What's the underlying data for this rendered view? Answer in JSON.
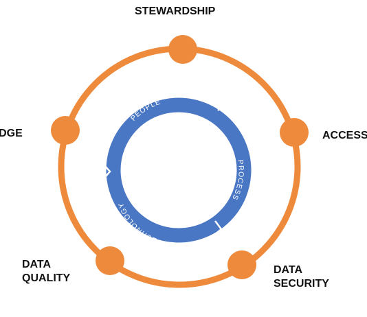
{
  "outer_pillars": [
    {
      "id": "stewardship",
      "lines": [
        "STEWARDSHIP"
      ]
    },
    {
      "id": "access",
      "lines": [
        "ACCESS"
      ]
    },
    {
      "id": "data-security",
      "lines": [
        "DATA",
        "SECURITY"
      ]
    },
    {
      "id": "data-quality",
      "lines": [
        "DATA",
        "QUALITY"
      ]
    },
    {
      "id": "knowledge",
      "lines": [
        "KNOWLEDGE"
      ]
    }
  ],
  "inner_cycle": [
    "PEOPLE",
    "PROCESS",
    "TECHNOLOGY"
  ],
  "colors": {
    "outer_ring": "#EE8A3C",
    "inner_ring": "#4A77C4",
    "label_text": "#111111",
    "inner_text": "#FFFFFF",
    "background": "#FFFFFF"
  }
}
